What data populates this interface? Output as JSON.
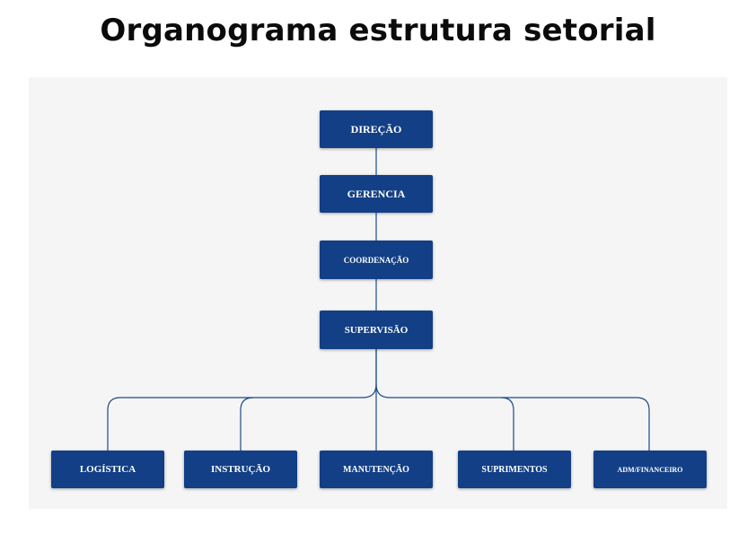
{
  "title": "Organograma estrutura setorial",
  "colors": {
    "box": "#123f86",
    "connector": "#1d4a86",
    "background": "#f5f5f5"
  },
  "hierarchy": [
    {
      "id": "direcao",
      "label": "DIREÇÃO"
    },
    {
      "id": "gerencia",
      "label": "GERENCIA"
    },
    {
      "id": "coordenacao",
      "label": "COORDENAÇÃO"
    },
    {
      "id": "supervisao",
      "label": "SUPERVISÃO"
    }
  ],
  "departments": [
    {
      "id": "logistica",
      "label": "LOGÍSTICA"
    },
    {
      "id": "instrucao",
      "label": "INSTRUÇÃO"
    },
    {
      "id": "manutencao",
      "label": "MANUTENÇÃO"
    },
    {
      "id": "suprimentos",
      "label": "SUPRIMENTOS"
    },
    {
      "id": "adm-financeiro",
      "label": "ADM/FINANCEIRO"
    }
  ]
}
